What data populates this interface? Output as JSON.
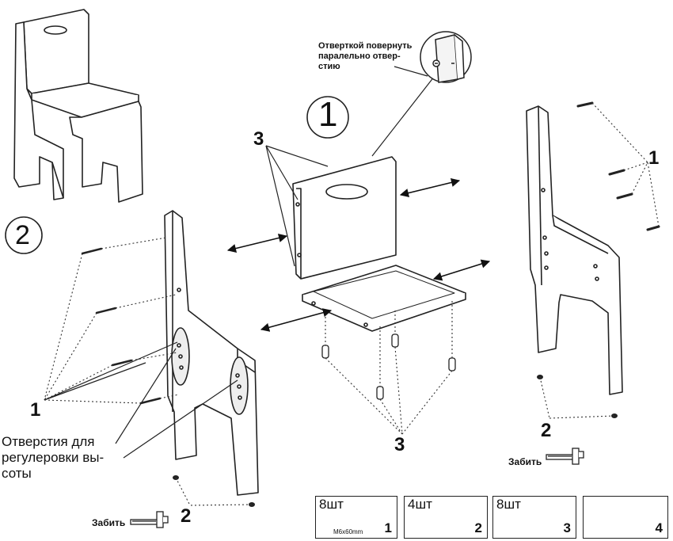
{
  "note_screwdriver": [
    "Отверткой повернуть",
    "паралельно отвер-",
    "стию"
  ],
  "step_numbers": {
    "step1": "1",
    "step2": "2"
  },
  "callouts": {
    "back_screws": "3",
    "seat_dowels": "3",
    "right_screws": "1",
    "left_screws": "1",
    "left_pads": "2",
    "right_pads": "2"
  },
  "caption_height_holes": [
    "Отверстия для",
    "регулеровки вы-",
    "соты"
  ],
  "hammer_label": "Забить",
  "parts": [
    {
      "qty": "8шт",
      "index": "1",
      "spec": "M6x60mm",
      "icon": "bolt-icon"
    },
    {
      "qty": "4шт",
      "index": "2",
      "icon": "furniture-glide-icon"
    },
    {
      "qty": "8шт",
      "index": "3",
      "icon": "barrel-nut-icon"
    },
    {
      "qty": "",
      "index": "4",
      "icon": "hex-key-icon"
    }
  ]
}
